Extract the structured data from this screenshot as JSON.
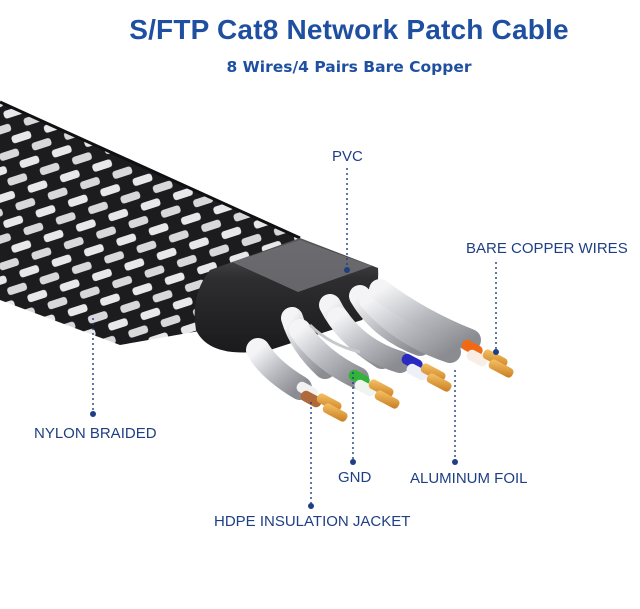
{
  "title": "S/FTP Cat8 Network Patch Cable",
  "subtitle": "8 Wires/4 Pairs Bare Copper",
  "labels": {
    "pvc": "PVC",
    "bare_copper": "BARE COPPER WIRES",
    "nylon": "NYLON BRAIDED",
    "gnd": "GND",
    "aluminum": "ALUMINUM FOIL",
    "hdpe": "HDPE INSULATION JACKET"
  },
  "colors": {
    "text_blue": "#1f4fa0",
    "label_blue": "#1f3f84",
    "jacket": "#2b2b2e",
    "copper": "#e1982e",
    "pair_colors": [
      "#b06a3a",
      "#33b33a",
      "#2a2ac0",
      "#f06a16"
    ]
  }
}
